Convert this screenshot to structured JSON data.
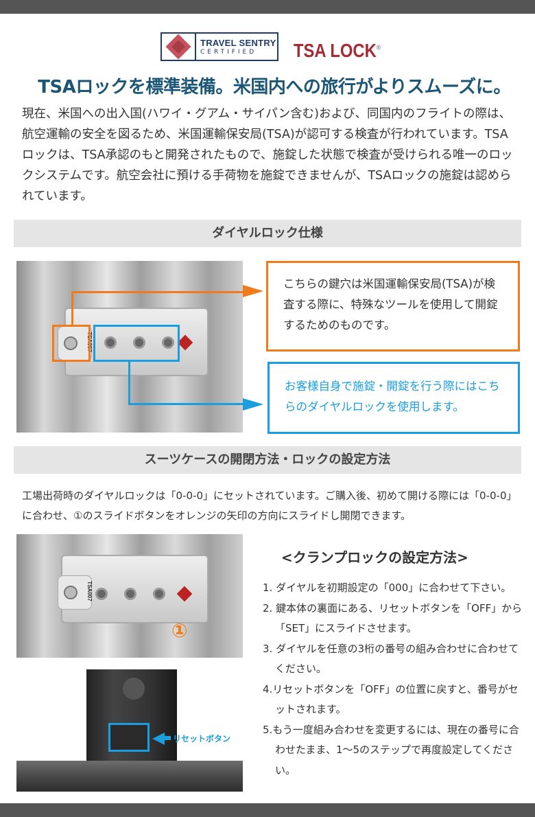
{
  "logos": {
    "travel_sentry_line1": "TRAVEL SENTRY",
    "travel_sentry_line2": "CERTIFIED",
    "tsa_lock": "TSA LOCK",
    "tsa_reg": "®"
  },
  "headline": "TSAロックを標準装備。米国内への旅行がよりスムーズに。",
  "intro": "現在、米国への出入国(ハワイ・グアム・サイパン含む)および、同国内のフライトの際は、航空運輸の安全を図るため、米国運輸保安局(TSA)が認可する検査が行われています。TSAロックは、TSA承認のもと開発されたもので、施錠した状態で検査が受けられる唯一のロックシステムです。航空会社に預ける手荷物を施錠できませんが、TSAロックの施錠は認められています。",
  "section1": {
    "title": "ダイヤルロック仕様",
    "keyhole_note": "こちらの鍵穴は米国運輸保安局(TSA)が検査する際に、特殊なツールを使用して開錠するためのものです。",
    "dial_note": "お客様自身で施錠・開錠を行う際にはこちらのダイヤルロックを使用します。",
    "lock_label": "TSA007"
  },
  "section2": {
    "title": "スーツケースの開閉方法・ロックの設定方法",
    "description": "工場出荷時のダイヤルロックは「0-0-0」にセットされています。ご購入後、初めて開ける際には「0-0-0」に合わせ、①のスライドボタンをオレンジの矢印の方向にスライドし開閉できます。",
    "marker": "①",
    "reset_label": "リセットボタン",
    "clamp_title": "<クランプロックの設定方法>",
    "steps": [
      "1. ダイヤルを初期設定の「000」に合わせて下さい。",
      "2. 鍵本体の裏面にある、リセットボタンを「OFF」から「SET」にスライドさせます。",
      "3. ダイヤルを任意の3桁の番号の組み合わせに合わせてください。",
      "4.リセットボタンを「OFF」の位置に戻すと、番号がセットされます。",
      "5.もう一度組み合わせを変更するには、現在の番号に合わせたまま、1～5のステップで再度設定してください。"
    ]
  },
  "colors": {
    "orange": "#f07b1a",
    "blue": "#1a9ee0",
    "headline": "#1c5676"
  }
}
